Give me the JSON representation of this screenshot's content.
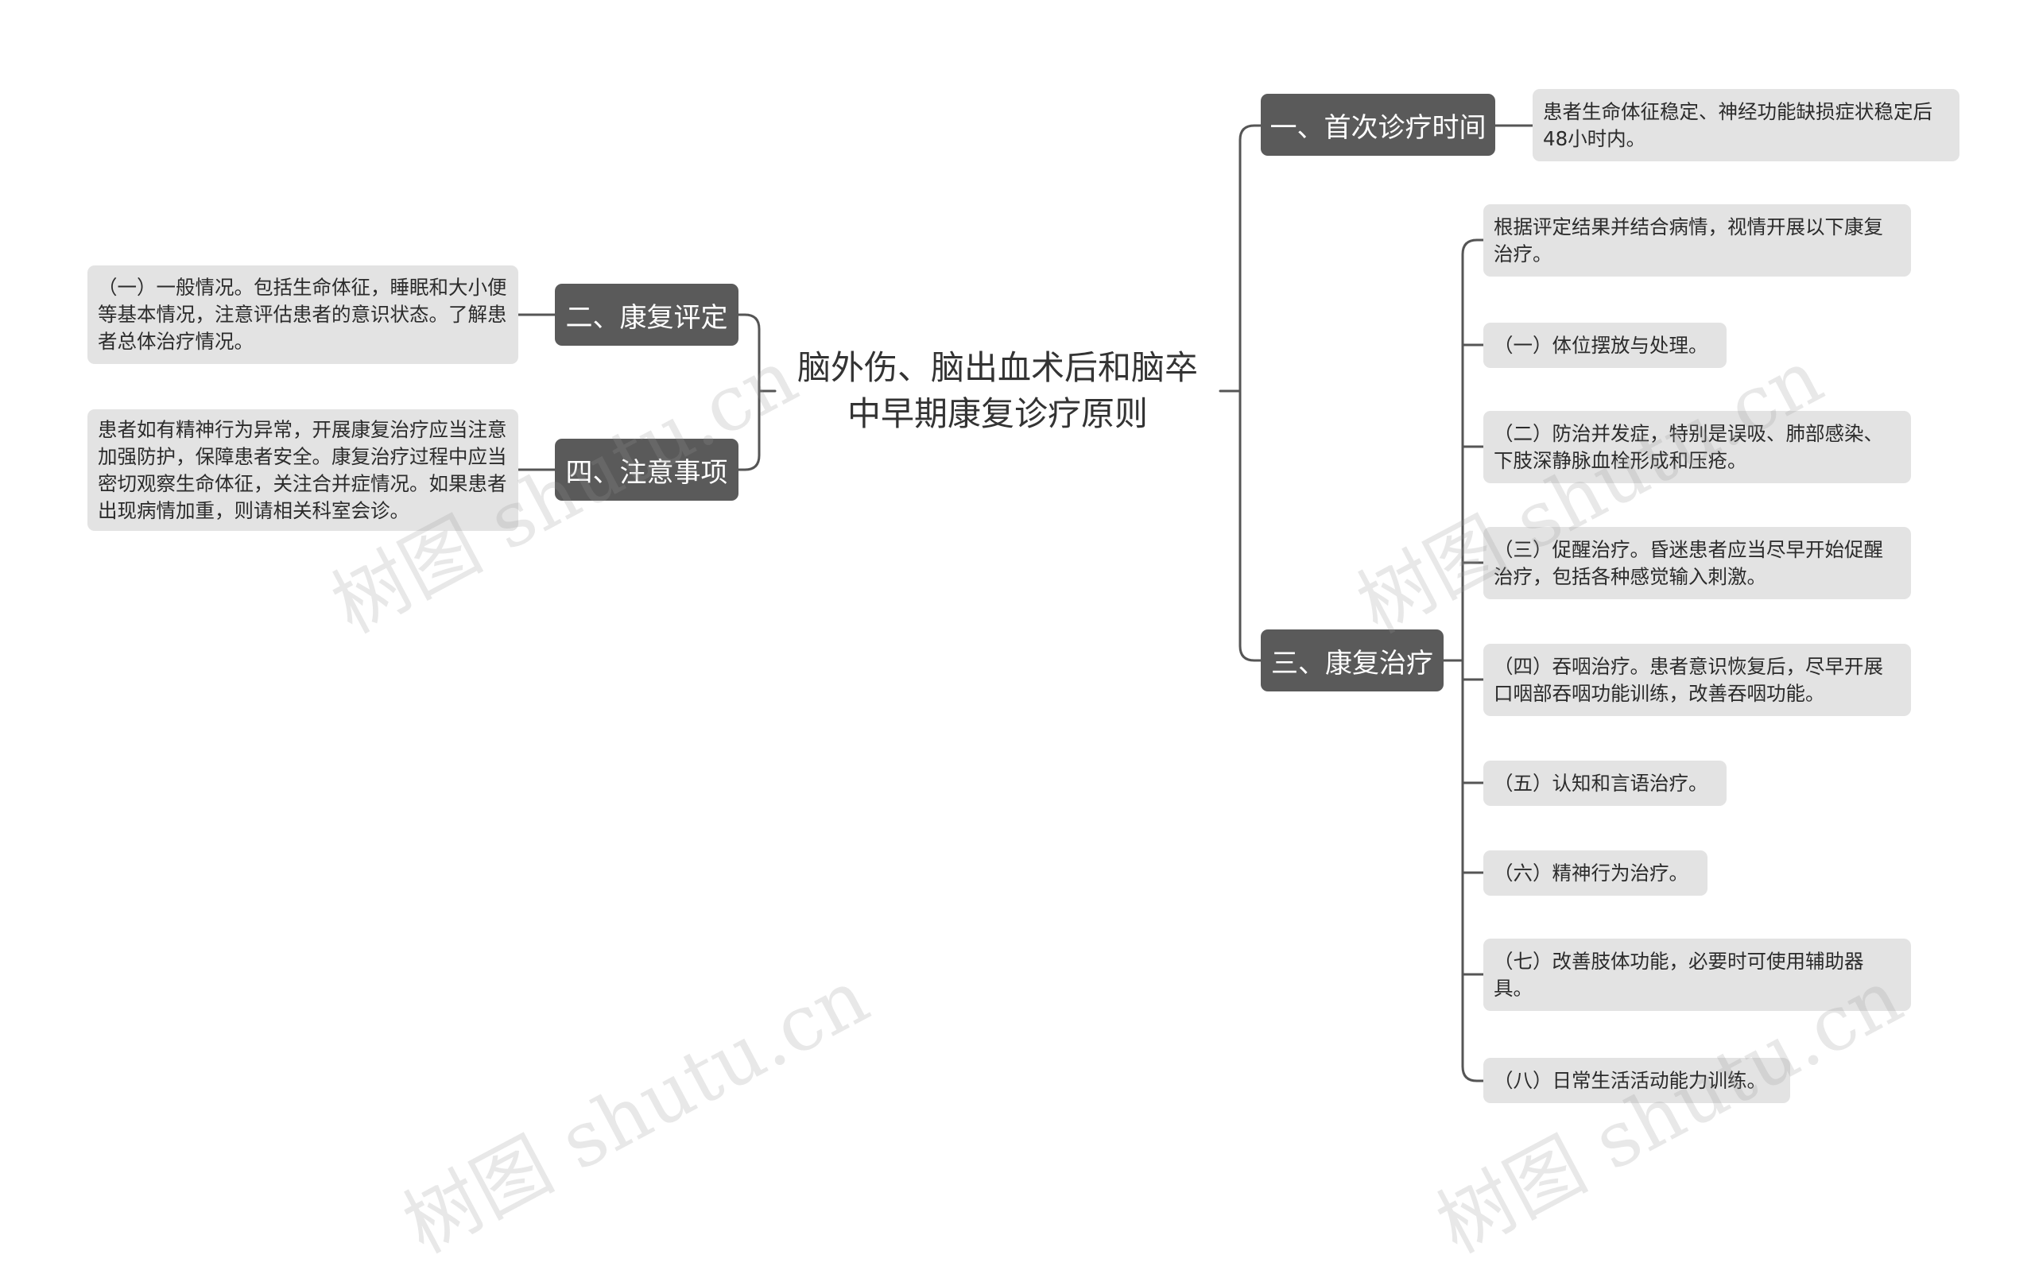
{
  "root": {
    "title": "脑外伤、脑出血术后和脑卒中早期康复诊疗原则"
  },
  "branches": {
    "b1": {
      "label": "一、首次诊疗时间"
    },
    "b2": {
      "label": "二、康复评定"
    },
    "b3": {
      "label": "三、康复治疗"
    },
    "b4": {
      "label": "四、注意事项"
    }
  },
  "leaves": {
    "b1_0": "患者生命体征稳定、神经功能缺损症状稳定后48小时内。",
    "b2_0": "（一）一般情况。包括生命体征，睡眠和大小便等基本情况，注意评估患者的意识状态。了解患者总体治疗情况。",
    "b4_0": "患者如有精神行为异常，开展康复治疗应当注意加强防护，保障患者安全。康复治疗过程中应当密切观察生命体征，关注合并症情况。如果患者出现病情加重，则请相关科室会诊。",
    "b3_0": "根据评定结果并结合病情，视情开展以下康复治疗。",
    "b3_1": "（一）体位摆放与处理。",
    "b3_2": "（二）防治并发症，特别是误吸、肺部感染、下肢深静脉血栓形成和压疮。",
    "b3_3": "（三）促醒治疗。昏迷患者应当尽早开始促醒治疗，包括各种感觉输入刺激。",
    "b3_4": "（四）吞咽治疗。患者意识恢复后，尽早开展口咽部吞咽功能训练，改善吞咽功能。",
    "b3_5": "（五）认知和言语治疗。",
    "b3_6": "（六）精神行为治疗。",
    "b3_7": "（七）改善肢体功能，必要时可使用辅助器具。",
    "b3_8": "（八）日常生活活动能力训练。"
  },
  "watermark": {
    "text": "树图 shutu.cn"
  },
  "colors": {
    "branch_bg": "#5a5a5a",
    "leaf_bg": "#e3e3e3",
    "line": "#555555"
  }
}
